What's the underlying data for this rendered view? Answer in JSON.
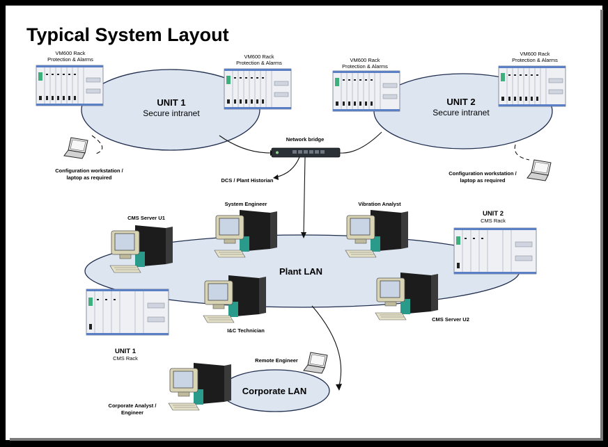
{
  "title": "Typical System Layout",
  "rack_labels": {
    "vm600_line1": "VM600 Rack",
    "vm600_line2": "Protection & Alarms"
  },
  "networks": {
    "unit1_intranet": {
      "title": "UNIT 1",
      "subtitle": "Secure intranet"
    },
    "unit2_intranet": {
      "title": "UNIT 2",
      "subtitle": "Secure intranet"
    },
    "plant_lan": "Plant LAN",
    "corporate_lan": "Corporate LAN"
  },
  "devices": {
    "network_bridge": "Network bridge",
    "dcs": "DCS / Plant Historian",
    "config_ws_line1": "Configuration workstation /",
    "config_ws_line2": "laptop as required",
    "cms_server_u1": "CMS Server U1",
    "cms_server_u2": "CMS Server U2",
    "system_engineer": "System Engineer",
    "vibration_analyst": "Vibration Analyst",
    "ic_technician": "I&C Technician",
    "remote_engineer": "Remote Engineer",
    "corporate_analyst_line1": "Corporate Analyst /",
    "corporate_analyst_line2": "Engineer"
  },
  "cms_racks": {
    "unit1": {
      "title": "UNIT 1",
      "subtitle": "CMS Rack"
    },
    "unit2": {
      "title": "UNIT 2",
      "subtitle": "CMS Rack"
    }
  },
  "colors": {
    "cloud_fill": "#dde5f1",
    "cloud_stroke": "#1f2d4d",
    "page_bg": "#ffffff",
    "frame": "#000000",
    "server_teal": "#2a9a8a",
    "monitor_beige": "#d9d4b4"
  }
}
